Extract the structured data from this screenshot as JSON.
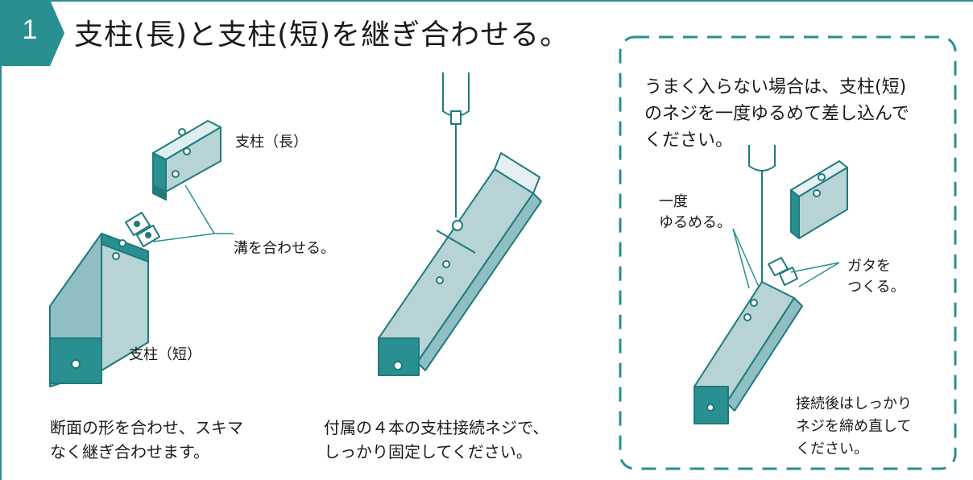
{
  "step": {
    "number": "1",
    "title": "支柱(長)と支柱(短)を継ぎ合わせる。"
  },
  "figure1": {
    "label_long": "支柱（長）",
    "label_groove": "溝を合わせる。",
    "label_short": "支柱（短）",
    "caption": [
      "断面の形を合わせ、スキマ",
      "なく継ぎ合わせます。"
    ]
  },
  "figure2": {
    "caption": [
      "付属の４本の支柱接続ネジで、",
      "しっかり固定してください。"
    ]
  },
  "tip": {
    "note": [
      "うまく入らない場合は、支柱(短)",
      "のネジを一度ゆるめて差し込んで",
      "ください。"
    ],
    "label_loosen": [
      "一度",
      "ゆるめる。"
    ],
    "label_gap": [
      "ガタを",
      "つくる。"
    ],
    "footer": [
      "接続後はしっかり",
      "ネジを締め直して",
      "ください。"
    ]
  },
  "colors": {
    "accent": "#2a8f90",
    "fill": "#b7d3d6",
    "dark": "#1f7a7c"
  }
}
